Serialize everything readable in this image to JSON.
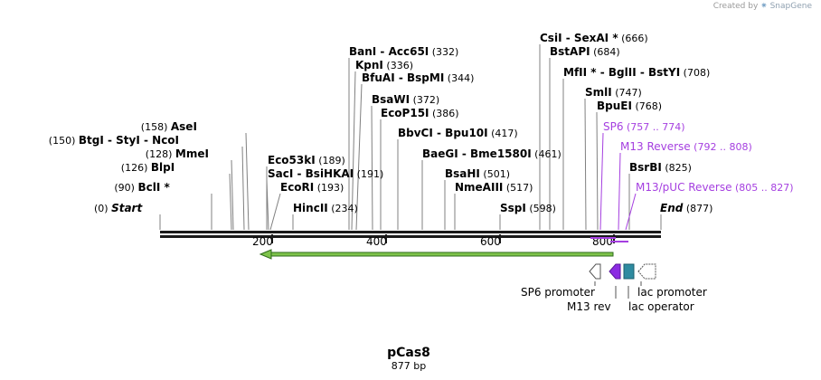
{
  "credit": {
    "prefix": "Created by",
    "brand": "SnapGene"
  },
  "plasmid": {
    "name": "pCas8",
    "length_label": "877 bp",
    "length": 877
  },
  "ticks": [
    "200",
    "400",
    "600",
    "800"
  ],
  "sites": [
    {
      "pre": "(0)",
      "name": "Start",
      "pos": "",
      "style": "endpt"
    },
    {
      "pre": "(90)",
      "name": "BclI *",
      "pos": ""
    },
    {
      "pre": "(126)",
      "name": "BlpI",
      "pos": ""
    },
    {
      "pre": "(128)",
      "name": "MmeI",
      "pos": ""
    },
    {
      "pre": "(150)",
      "name": "BtgI  -  StyI  -  NcoI",
      "pos": ""
    },
    {
      "pre": "(158)",
      "name": "AseI",
      "pos": ""
    },
    {
      "pre": "",
      "name": "Eco53kI",
      "pos": "(189)"
    },
    {
      "pre": "",
      "name": "SacI  -  BsiHKAI",
      "pos": "(191)"
    },
    {
      "pre": "",
      "name": "EcoRI",
      "pos": "(193)"
    },
    {
      "pre": "",
      "name": "HincII",
      "pos": "(234)"
    },
    {
      "pre": "",
      "name": "BanI  -  Acc65I",
      "pos": "(332)"
    },
    {
      "pre": "",
      "name": "KpnI",
      "pos": "(336)"
    },
    {
      "pre": "",
      "name": "BfuAI  -  BspMI",
      "pos": "(344)"
    },
    {
      "pre": "",
      "name": "BsaWI",
      "pos": "(372)"
    },
    {
      "pre": "",
      "name": "EcoP15I",
      "pos": "(386)"
    },
    {
      "pre": "",
      "name": "BbvCI  -  Bpu10I",
      "pos": "(417)"
    },
    {
      "pre": "",
      "name": "BaeGI  -  Bme1580I",
      "pos": "(461)"
    },
    {
      "pre": "",
      "name": "BsaHI",
      "pos": "(501)"
    },
    {
      "pre": "",
      "name": "NmeAIII",
      "pos": "(517)"
    },
    {
      "pre": "",
      "name": "SspI",
      "pos": "(598)"
    },
    {
      "pre": "",
      "name": "CsiI  -  SexAI *",
      "pos": "(666)"
    },
    {
      "pre": "",
      "name": "BstAPI",
      "pos": "(684)"
    },
    {
      "pre": "",
      "name": "MfII *  -  BglII  -  BstYI",
      "pos": "(708)"
    },
    {
      "pre": "",
      "name": "SmlI",
      "pos": "(747)"
    },
    {
      "pre": "",
      "name": "BpuEI",
      "pos": "(768)"
    },
    {
      "pre": "",
      "name": "SP6",
      "pos": "(757 .. 774)",
      "style": "primer"
    },
    {
      "pre": "",
      "name": "M13 Reverse",
      "pos": "(792 .. 808)",
      "style": "primer"
    },
    {
      "pre": "",
      "name": "BsrBI",
      "pos": "(825)"
    },
    {
      "pre": "",
      "name": "M13/pUC Reverse",
      "pos": "(805 .. 827)",
      "style": "primer"
    },
    {
      "pre": "",
      "name": "End",
      "pos": "(877)",
      "style": "endpt"
    }
  ],
  "features": [
    "SP6 promoter",
    "M13 rev",
    "lac promoter",
    "lac operator"
  ],
  "colors": {
    "backbone": "#1a1a1a",
    "orf": "#7ec34a",
    "primer": "#a53fe0",
    "m13": "#8b2be2",
    "lac_operator": "#2e8ba0",
    "promoter": "#ffffff"
  }
}
